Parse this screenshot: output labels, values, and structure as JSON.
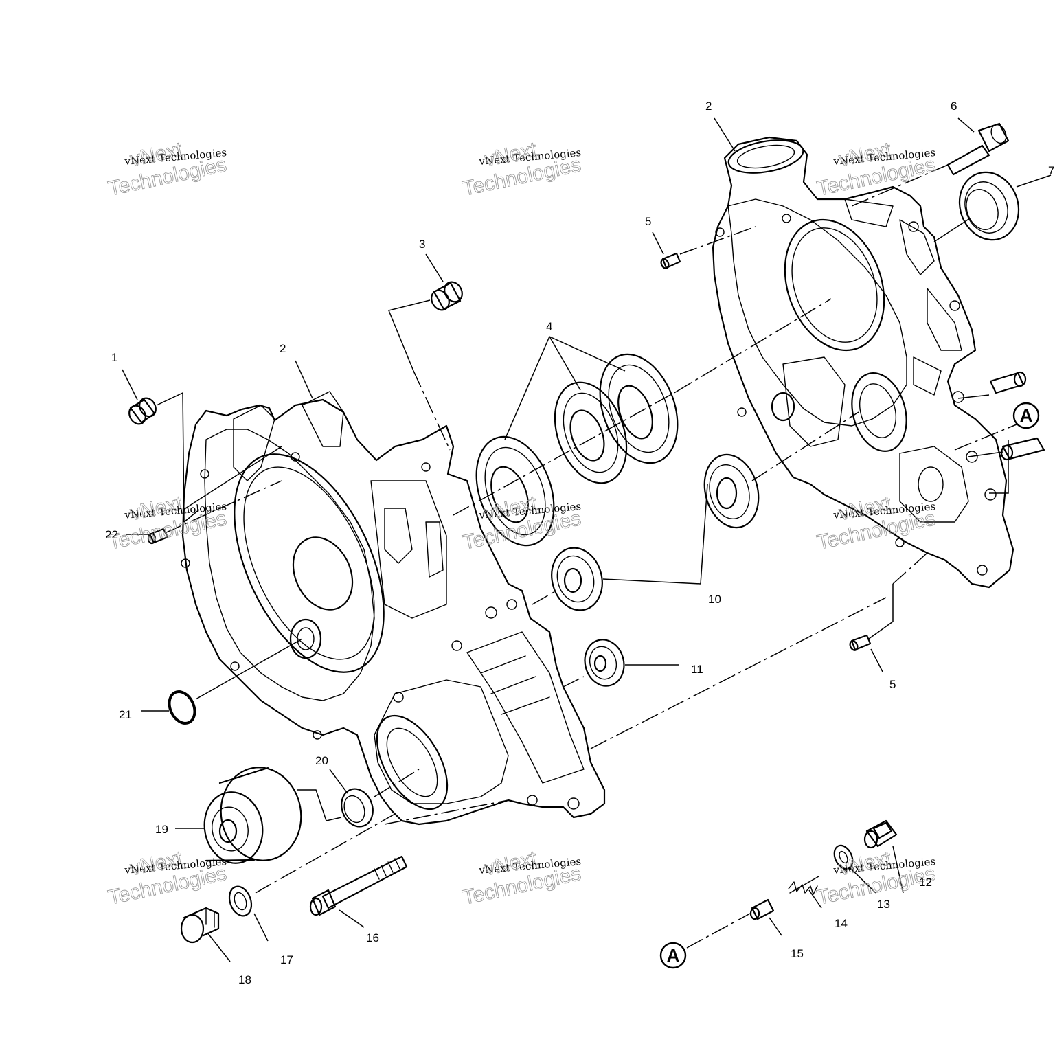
{
  "callouts": [
    {
      "id": "c1",
      "text": "1"
    },
    {
      "id": "c2a",
      "text": "2"
    },
    {
      "id": "c2b",
      "text": "2"
    },
    {
      "id": "c3",
      "text": "3"
    },
    {
      "id": "c4",
      "text": "4"
    },
    {
      "id": "c5a",
      "text": "5"
    },
    {
      "id": "c5b",
      "text": "5"
    },
    {
      "id": "c6",
      "text": "6"
    },
    {
      "id": "c7",
      "text": "7"
    },
    {
      "id": "c10",
      "text": "10"
    },
    {
      "id": "c11",
      "text": "11"
    },
    {
      "id": "c12",
      "text": "12"
    },
    {
      "id": "c13",
      "text": "13"
    },
    {
      "id": "c14",
      "text": "14"
    },
    {
      "id": "c15",
      "text": "15"
    },
    {
      "id": "c16",
      "text": "16"
    },
    {
      "id": "c17",
      "text": "17"
    },
    {
      "id": "c18",
      "text": "18"
    },
    {
      "id": "c19",
      "text": "19"
    },
    {
      "id": "c20",
      "text": "20"
    },
    {
      "id": "c21",
      "text": "21"
    },
    {
      "id": "c22",
      "text": "22"
    }
  ],
  "reference_marks": [
    {
      "id": "refA1",
      "letter": "A"
    },
    {
      "id": "refA2",
      "letter": "A"
    }
  ],
  "watermark": {
    "line1": "vNext Technologies",
    "line2a": "vNext",
    "line2b": "Technologies"
  }
}
